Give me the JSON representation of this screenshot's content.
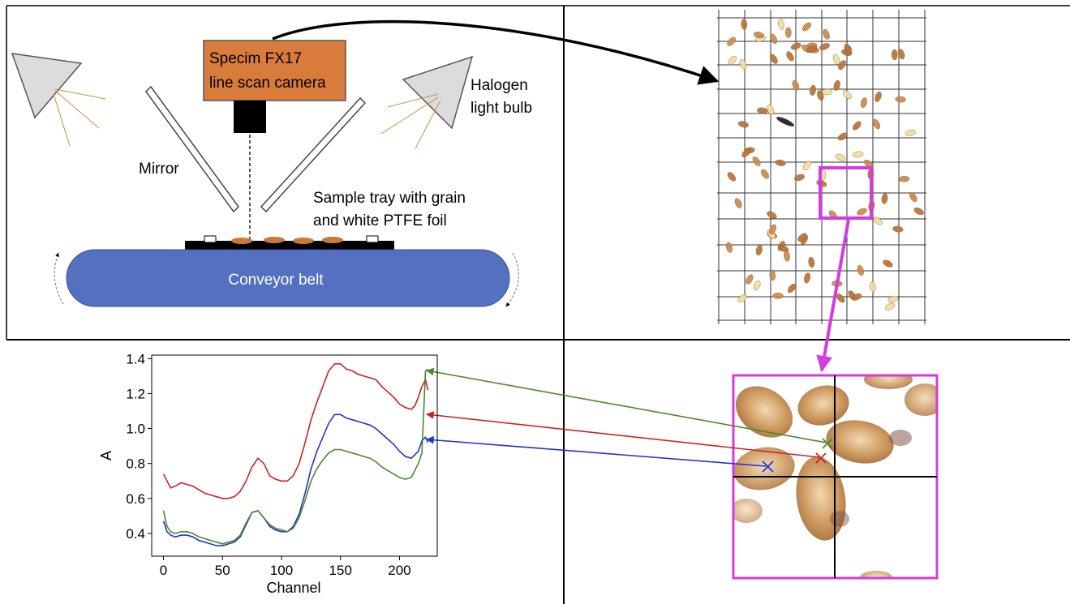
{
  "setup": {
    "camera_label_line1": "Specim FX17",
    "camera_label_line2": "line scan camera",
    "light_label_line1": "Halogen",
    "light_label_line2": "light bulb",
    "mirror_label": "Mirror",
    "tray_label_line1": "Sample tray with grain",
    "tray_label_line2": "and white PTFE foil",
    "belt_label": "Conveyor belt"
  },
  "colors": {
    "camera": "#d97b3a",
    "belt": "#5470c0",
    "highlight": "#d63ae0",
    "grain": "#c98a4b",
    "red_series": "#cc2222",
    "blue_series": "#2233cc",
    "green_series": "#4a8a2a"
  },
  "chart_data": {
    "type": "line",
    "xlabel": "Channel",
    "ylabel": "A",
    "xlim": [
      -10,
      232
    ],
    "ylim": [
      0.27,
      1.42
    ],
    "xticks": [
      0,
      50,
      100,
      150,
      200
    ],
    "yticks": [
      0.4,
      0.6,
      0.8,
      1.0,
      1.2,
      1.4
    ],
    "x": [
      0,
      3,
      6,
      10,
      15,
      20,
      25,
      30,
      35,
      40,
      45,
      50,
      55,
      60,
      65,
      70,
      75,
      80,
      85,
      90,
      95,
      100,
      105,
      110,
      115,
      120,
      125,
      130,
      135,
      140,
      145,
      150,
      155,
      160,
      165,
      170,
      175,
      180,
      185,
      190,
      195,
      200,
      205,
      210,
      213,
      216,
      219,
      222,
      224
    ],
    "series": [
      {
        "color": "red",
        "values": [
          0.74,
          0.7,
          0.66,
          0.67,
          0.69,
          0.68,
          0.67,
          0.65,
          0.63,
          0.62,
          0.61,
          0.6,
          0.6,
          0.61,
          0.64,
          0.7,
          0.78,
          0.83,
          0.8,
          0.73,
          0.71,
          0.7,
          0.7,
          0.73,
          0.8,
          0.92,
          1.05,
          1.15,
          1.24,
          1.33,
          1.37,
          1.37,
          1.34,
          1.33,
          1.31,
          1.3,
          1.29,
          1.28,
          1.24,
          1.21,
          1.18,
          1.14,
          1.12,
          1.11,
          1.13,
          1.18,
          1.24,
          1.28,
          1.22
        ]
      },
      {
        "color": "blue",
        "values": [
          0.47,
          0.41,
          0.39,
          0.38,
          0.39,
          0.39,
          0.38,
          0.36,
          0.35,
          0.34,
          0.33,
          0.33,
          0.34,
          0.35,
          0.38,
          0.45,
          0.52,
          0.53,
          0.49,
          0.44,
          0.42,
          0.41,
          0.41,
          0.44,
          0.51,
          0.63,
          0.77,
          0.87,
          0.95,
          1.03,
          1.08,
          1.08,
          1.06,
          1.05,
          1.04,
          1.03,
          1.02,
          1.0,
          0.97,
          0.94,
          0.91,
          0.87,
          0.84,
          0.83,
          0.85,
          0.87,
          0.93,
          0.95,
          0.92
        ]
      },
      {
        "color": "green",
        "values": [
          0.53,
          0.44,
          0.41,
          0.4,
          0.41,
          0.41,
          0.4,
          0.38,
          0.37,
          0.36,
          0.35,
          0.34,
          0.35,
          0.36,
          0.39,
          0.46,
          0.52,
          0.53,
          0.49,
          0.45,
          0.43,
          0.42,
          0.41,
          0.43,
          0.49,
          0.59,
          0.7,
          0.77,
          0.82,
          0.86,
          0.88,
          0.88,
          0.87,
          0.86,
          0.85,
          0.84,
          0.83,
          0.81,
          0.78,
          0.76,
          0.74,
          0.72,
          0.71,
          0.72,
          0.76,
          0.8,
          0.86,
          1.33,
          1.34
        ]
      }
    ]
  }
}
